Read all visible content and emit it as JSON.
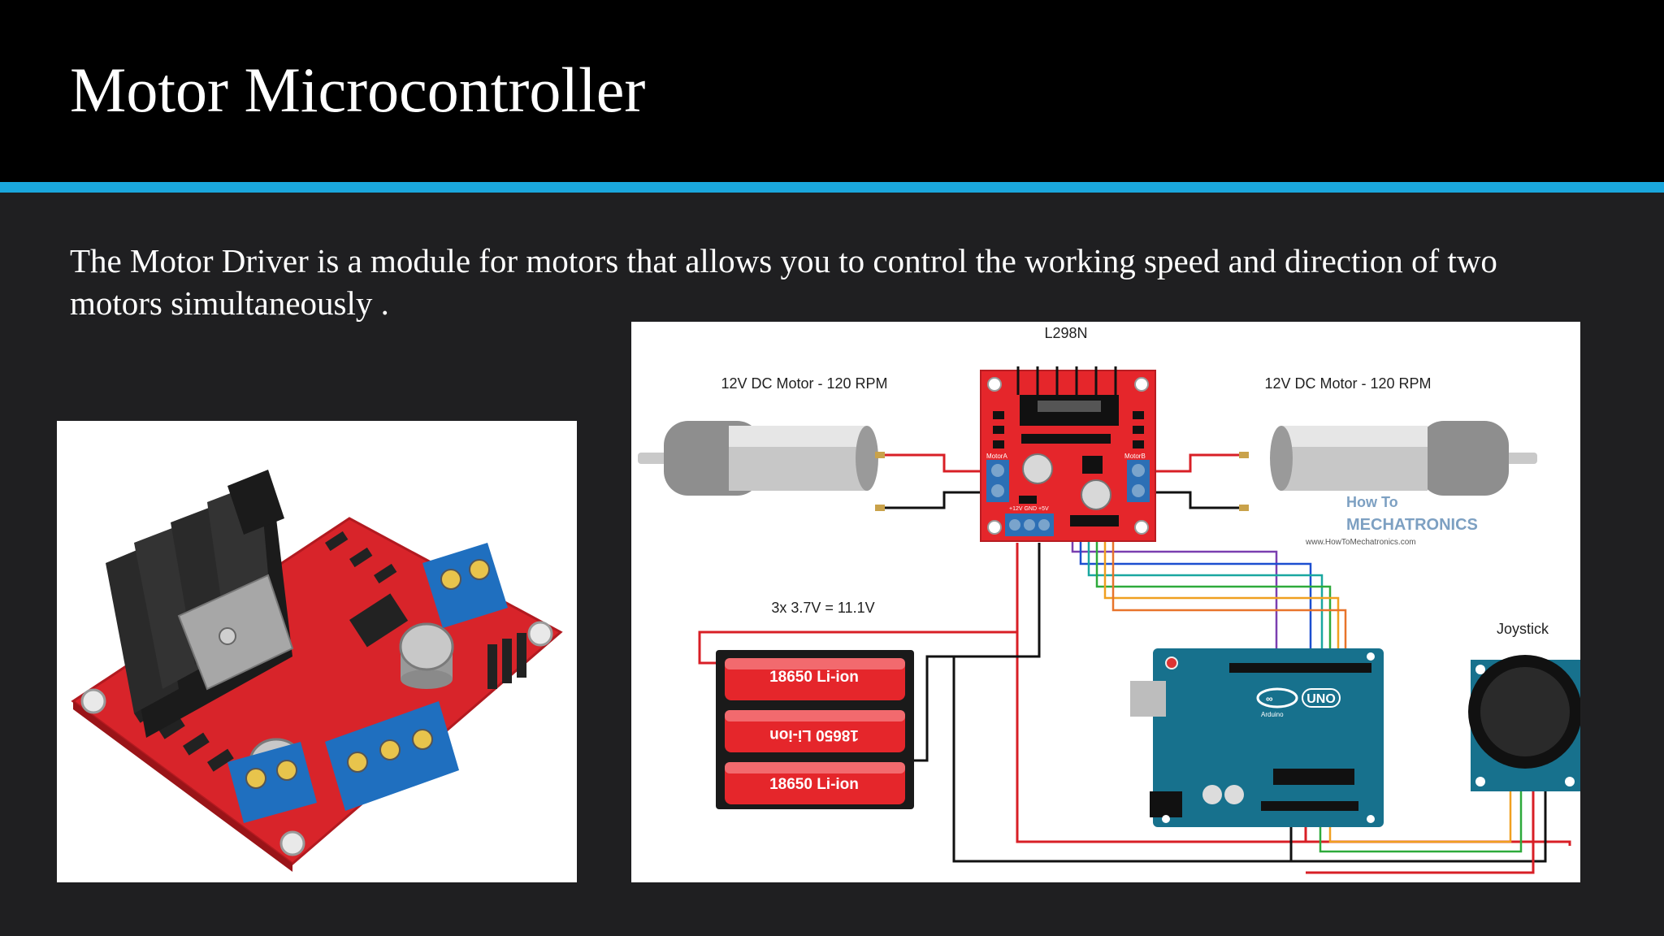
{
  "slide": {
    "title": "Motor Microcontroller",
    "description": "The Motor Driver is a module for motors that allows you to control the working speed and direction of two motors simultaneously ."
  },
  "diagram": {
    "driver_label": "L298N",
    "motor_left_label": "12V DC Motor - 120 RPM",
    "motor_right_label": "12V DC Motor - 120 RPM",
    "battery_label": "3x 3.7V = 11.1V",
    "battery_cells": [
      "18650 Li-ion",
      "18650 Li-ion",
      "18650 Li-ion"
    ],
    "joystick_label": "Joystick",
    "arduino_label": "UNO",
    "arduino_brand": "Arduino",
    "watermark_line1": "How To",
    "watermark_line2": "MECHATRONICS",
    "watermark_url": "www.HowToMechatronics.com",
    "board_motor_a": "MotorA",
    "board_motor_b": "MotorB",
    "board_power_labels": "+12V GND +5V"
  },
  "colors": {
    "accent": "#1aa7dd",
    "header_bg": "#000000",
    "slide_bg": "#1f1f21",
    "driver_red": "#e5262b",
    "arduino_teal": "#17718d"
  }
}
